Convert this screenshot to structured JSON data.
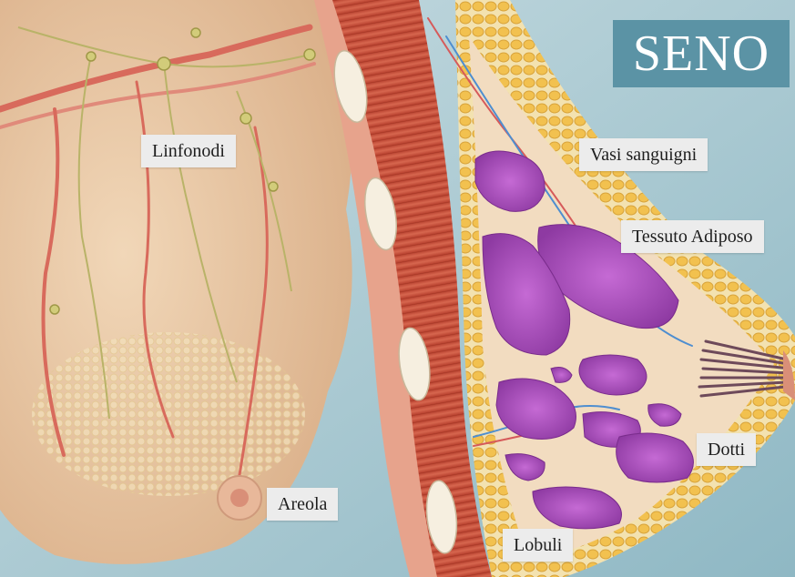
{
  "title": "SENO",
  "labels": {
    "linfonodi": "Linfonodi",
    "vasi_sanguigni": "Vasi sanguigni",
    "tessuto_adiposo": "Tessuto Adiposo",
    "dotti": "Dotti",
    "areola": "Areola",
    "lobuli": "Lobuli"
  },
  "colors": {
    "background_blue": "#9fc2cc",
    "skin": "#e8c8a6",
    "muscle": "#c8503e",
    "lobules": "#a645b8",
    "fat": "#f0c25a",
    "title_box": "#5b93a5",
    "label_box": "#ececec"
  }
}
